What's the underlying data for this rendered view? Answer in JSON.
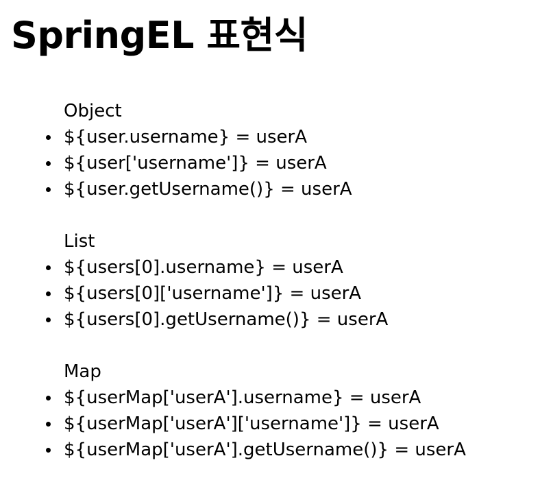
{
  "slide": {
    "title": "SpringEL 표현식",
    "background_color": "#ffffff",
    "text_color": "#000000",
    "groups": [
      {
        "header": "Object",
        "items": [
          "${user.username} = userA",
          "${user['username']} = userA",
          "${user.getUsername()} = userA"
        ]
      },
      {
        "header": "List",
        "items": [
          "${users[0].username} = userA",
          "${users[0]['username']} = userA",
          "${users[0].getUsername()} = userA"
        ]
      },
      {
        "header": "Map",
        "items": [
          "${userMap['userA'].username} = userA",
          "${userMap['userA']['username']} = userA",
          "${userMap['userA'].getUsername()} = userA"
        ]
      }
    ]
  }
}
